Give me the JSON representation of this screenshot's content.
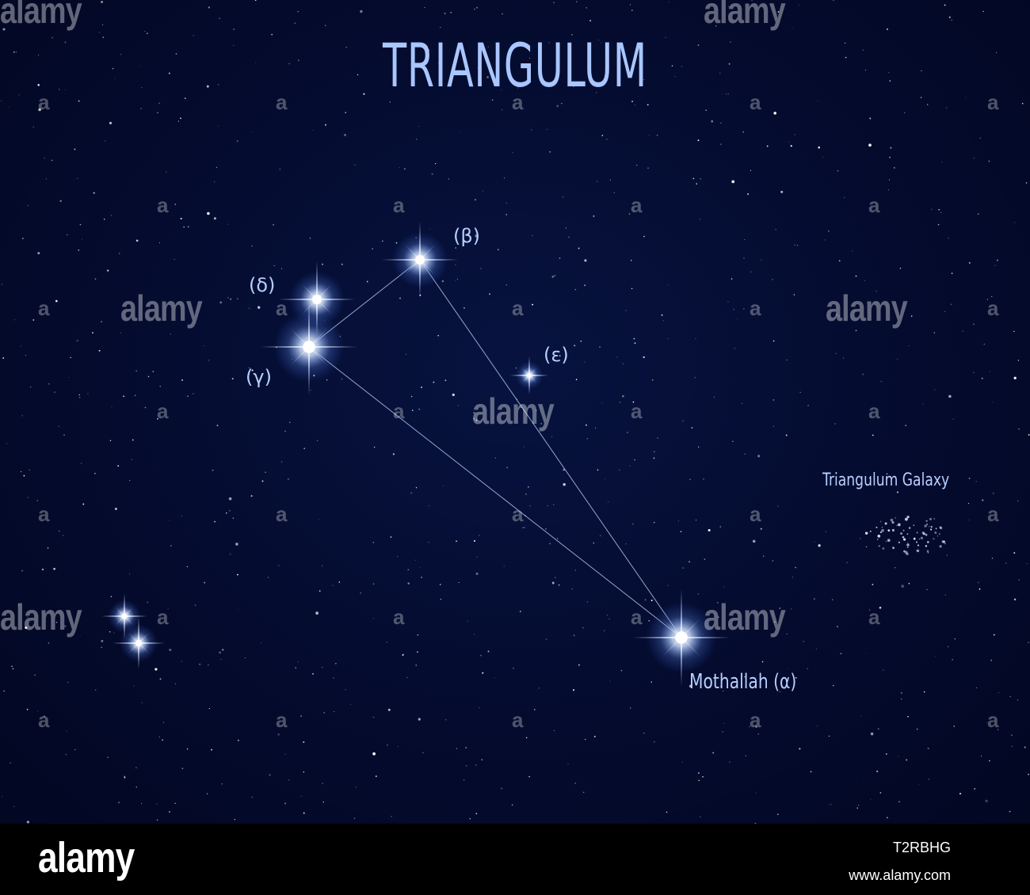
{
  "title": "TRIANGULUM",
  "stars": {
    "beta": "(β)",
    "delta": "(δ)",
    "gamma": "(γ)",
    "epsilon": "(ε)",
    "alpha": "Mothallah (α)"
  },
  "galaxy_label": "Triangulum Galaxy",
  "watermark": "alamy",
  "footer": {
    "brand": "alamy",
    "image_id": "T2RBHG",
    "url": "www.alamy.com"
  },
  "colors": {
    "sky": "#040b2e",
    "label": "#b8cfff",
    "line": "#c8d8ff",
    "star_glow": "#9cc3ff"
  }
}
